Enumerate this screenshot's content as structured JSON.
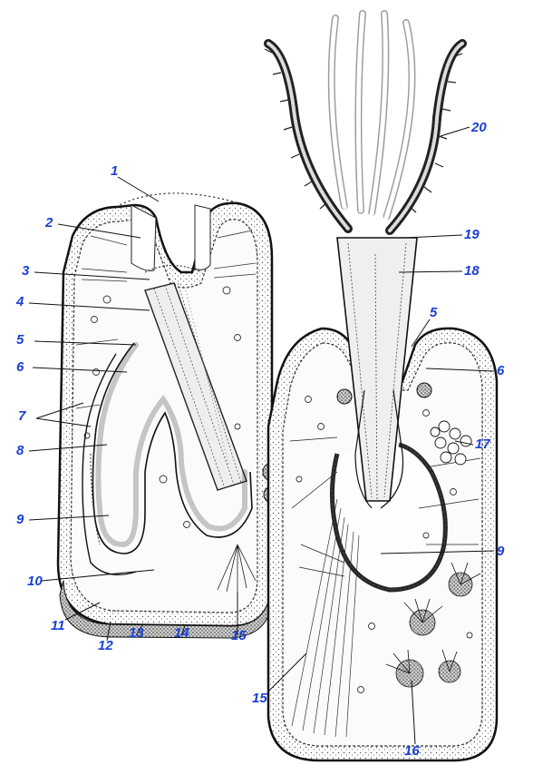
{
  "labels": {
    "l1": "1",
    "l2": "2",
    "l3": "3",
    "l4": "4",
    "l5a": "5",
    "l5b": "5",
    "l6a": "6",
    "l6b": "6",
    "l7": "7",
    "l8": "8",
    "l9a": "9",
    "l9b": "9",
    "l10": "10",
    "l11": "11",
    "l12": "12",
    "l13": "13",
    "l14": "14",
    "l15a": "15",
    "l15b": "15",
    "l16": "16",
    "l17": "17",
    "l18": "18",
    "l19": "19",
    "l20": "20"
  },
  "colors": {
    "ink": "#1a1a1a",
    "label": "#1a3fd6",
    "tissue": "#f1f1f1"
  }
}
